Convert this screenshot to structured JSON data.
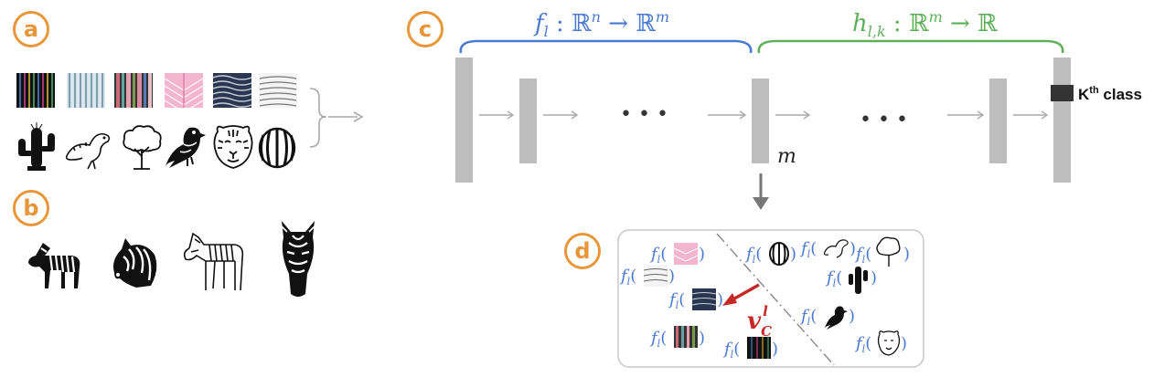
{
  "panels": {
    "a": "a",
    "b": "b",
    "c": "c",
    "d": "d"
  },
  "network": {
    "f_label": "f_l : ℝⁿ → ℝᵐ",
    "h_label": "h_{l,k} : ℝᵐ → ℝ",
    "layer_dim": "m",
    "ellipsis": "• • •",
    "output_label": "K",
    "output_sup": "th",
    "output_suffix": " class"
  },
  "concept_space": {
    "fn_prefix": "f",
    "fn_sub": "l",
    "cav_label": "v",
    "cav_sub": "C",
    "cav_sup": "l"
  },
  "colors": {
    "orange": "#e8963a",
    "blue": "#4a7bd0",
    "green": "#5fae5a",
    "gray_layer": "#bdbdbd",
    "arrow": "#aaaaaa",
    "red": "#c62828"
  },
  "icons": {
    "textures": [
      "texture-dark-stripes",
      "texture-blue-stripes",
      "texture-multicolor-stripes",
      "texture-pink-feather",
      "texture-navy-waves",
      "texture-gray-lines"
    ],
    "objects": [
      "cactus-icon",
      "dinosaur-icon",
      "tree-icon",
      "bird-icon",
      "tiger-icon",
      "watermelon-icon"
    ],
    "zebras": [
      "zebra-standing-icon",
      "zebra-head-icon",
      "zebra-outline-icon",
      "zebra-face-icon"
    ]
  }
}
